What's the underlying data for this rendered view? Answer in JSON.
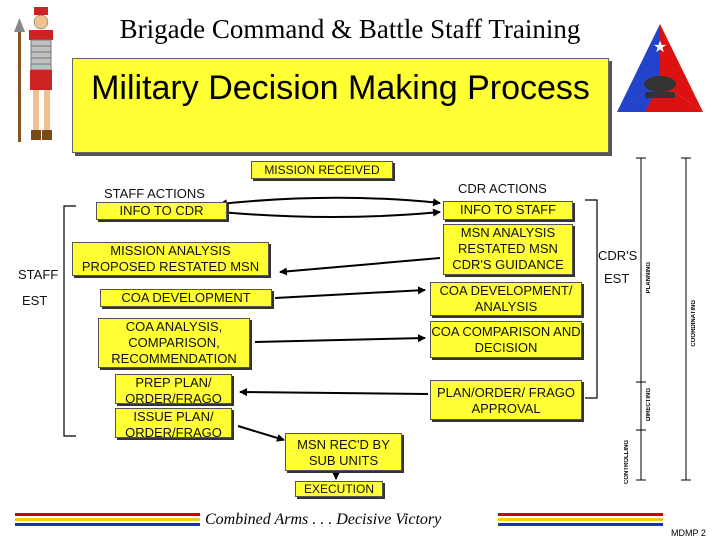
{
  "header": {
    "title": "Brigade Command & Battle Staff Training"
  },
  "main_title": "Military Decision Making Process",
  "mission_received": "MISSION RECEIVED",
  "staff_actions": {
    "heading": "STAFF ACTIONS",
    "info": "INFO TO CDR"
  },
  "cdr_actions": {
    "heading": "CDR ACTIONS",
    "info": "INFO TO STAFF"
  },
  "side_labels": {
    "staff": "STAFF",
    "est": "EST",
    "cdrs": "CDR'S",
    "cdr_est": "EST"
  },
  "staff_steps": [
    "MISSION ANALYSIS PROPOSED RESTATED MSN",
    "COA DEVELOPMENT",
    "COA ANALYSIS, COMPARISON, RECOMMENDATION",
    "PREP PLAN/ ORDER/FRAGO",
    "ISSUE PLAN/ ORDER/FRAGO"
  ],
  "cdr_steps": [
    "MSN ANALYSIS RESTATED MSN CDR'S GUIDANCE",
    "COA DEVELOPMENT/ ANALYSIS",
    "COA COMPARISON AND DECISION",
    "PLAN/ORDER/ FRAGO APPROVAL"
  ],
  "msn_recd": "MSN REC'D BY SUB UNITS",
  "execution": "EXECUTION",
  "phases": {
    "planning": "PLANNING",
    "coordinating": "COORDINATING",
    "directing": "DIRECTING",
    "controlling": "CONTROLLING"
  },
  "footer": {
    "motto": "Combined Arms . . . Decisive Victory",
    "page": "MDMP 2"
  },
  "colors": {
    "box_fill": "#ffff33",
    "stripe_red": "#cc0000",
    "stripe_yellow": "#ffcc00",
    "stripe_blue": "#1a33aa"
  }
}
